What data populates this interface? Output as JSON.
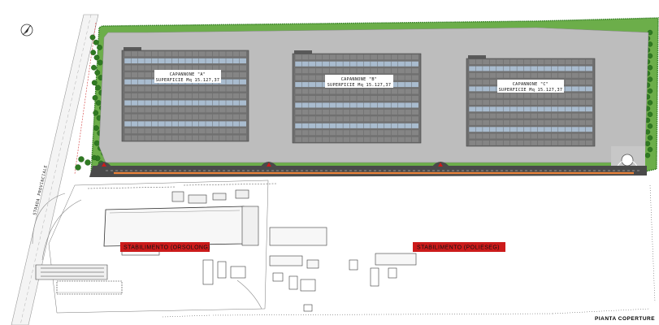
{
  "title": "PIANTA COPERTURE",
  "road_label": "STRADA PROVINCIALE",
  "colors": {
    "lot": "#bfbfbf",
    "roof": "#6e6e6e",
    "roof_stripe": "#9fb3c8",
    "green": "#3f8f2f",
    "tree": "#2f7a22",
    "orange_strip": "#e9823a",
    "red_label": "#cc1b1b",
    "boundary": "#d43c3c"
  },
  "warehouses": [
    {
      "name": "CAPANNONE \"A\"",
      "area": "SUPERFICIE Mq 15.127,37"
    },
    {
      "name": "CAPANNONE \"B\"",
      "area": "SUPERFICIE Mq 15.127,37"
    },
    {
      "name": "CAPANNONE \"C\"",
      "area": "SUPERFICIE Mq 15.127,37"
    }
  ],
  "plants": [
    {
      "label": "STABILIMENTO  (ORSOLONG)"
    },
    {
      "label": "STABILIMENTO  (POLIESEG)"
    }
  ],
  "icons": [
    "north-arrow-icon"
  ]
}
